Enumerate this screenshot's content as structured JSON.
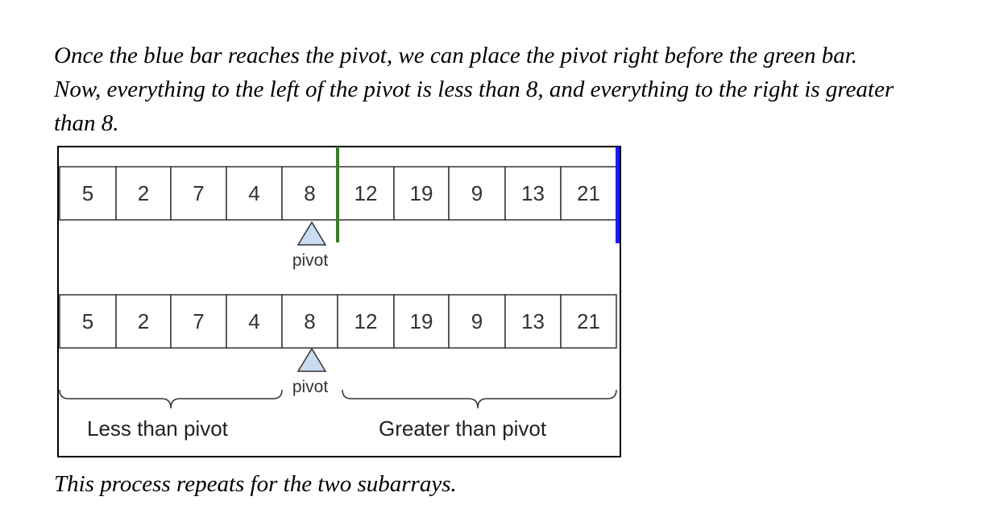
{
  "intro": {
    "line1": "Once the blue bar reaches the pivot, we can place the pivot right before the green bar.",
    "line2": "Now, everything to the left of the pivot is less than 8, and everything to the right is greater",
    "line3": "than 8."
  },
  "diagram": {
    "top_row": [
      "5",
      "2",
      "7",
      "4",
      "8",
      "12",
      "19",
      "9",
      "13",
      "21"
    ],
    "bottom_row": [
      "5",
      "2",
      "7",
      "4",
      "8",
      "12",
      "19",
      "9",
      "13",
      "21"
    ],
    "top_pivot_label": "pivot",
    "bottom_pivot_label": "pivot",
    "left_group_label": "Less than pivot",
    "right_group_label": "Greater than pivot",
    "colors": {
      "green_bar": "#3a7a2a",
      "blue_bar": "#1a1aff",
      "pivot_marker": "#c9ddf2"
    }
  },
  "outro": "This process repeats for the two subarrays."
}
